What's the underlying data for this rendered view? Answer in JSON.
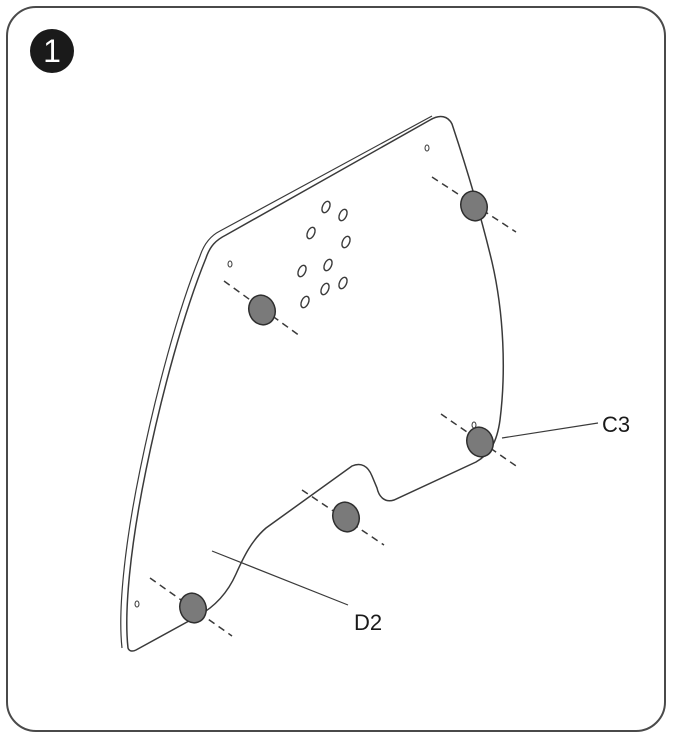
{
  "step": {
    "number": "1"
  },
  "callouts": {
    "c3": "C3",
    "d2": "D2"
  },
  "colors": {
    "outline": "#3a3a3a",
    "mount": "#7a7a7a",
    "badge": "#1a1a1a",
    "frame": "#4a4a4a"
  }
}
